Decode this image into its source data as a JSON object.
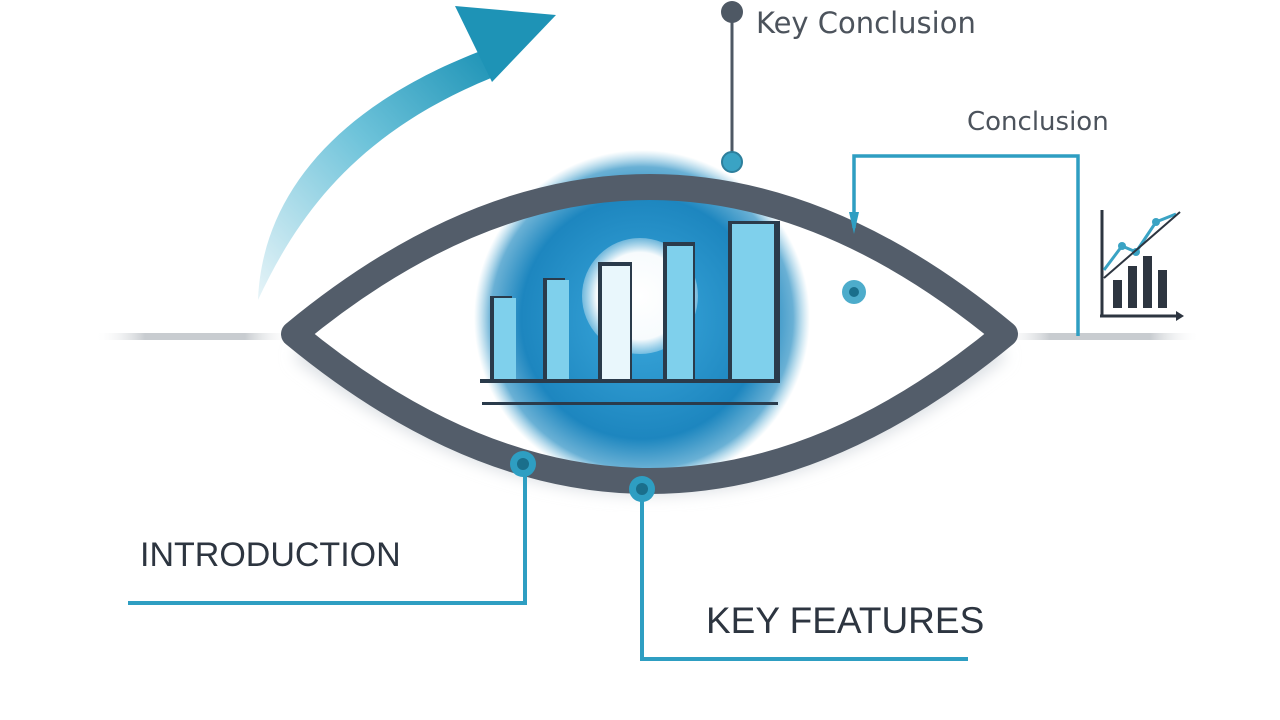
{
  "labels": {
    "key_conclusion": "Key Conclusion",
    "conclusion": "Conclusion",
    "introduction": "INTRODUCTION",
    "key_features": "KEY FEATURES"
  },
  "colors": {
    "accent": "#2e9ec2",
    "eye_outline": "#535d6a",
    "iris": "#1f85be",
    "bars": "#7fd0ec",
    "text": "#2d3540"
  },
  "icons": {
    "growth_arrow": "curved-up-arrow-icon",
    "mini_chart": "line-and-bar-chart-icon"
  }
}
